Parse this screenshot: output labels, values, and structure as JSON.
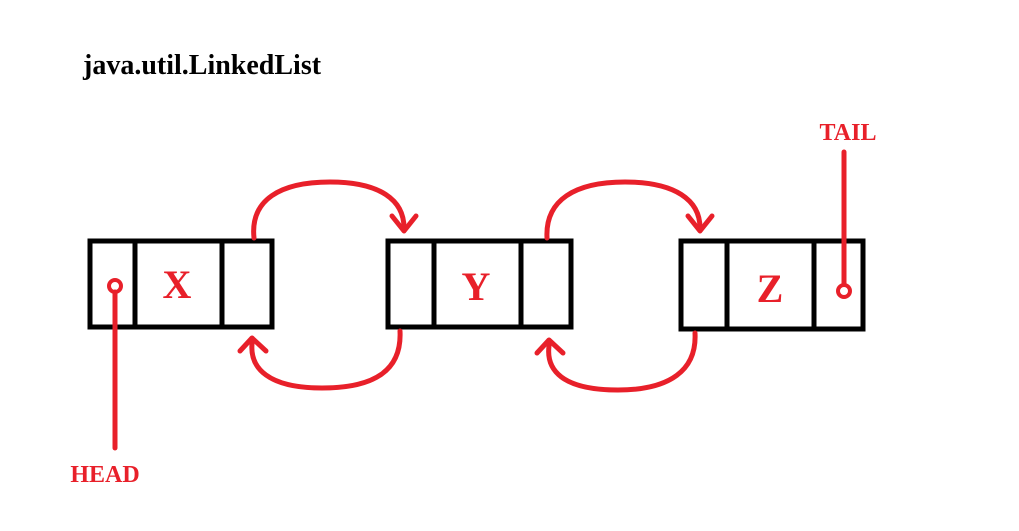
{
  "title": "java.util.LinkedList",
  "nodes": [
    {
      "value": "X"
    },
    {
      "value": "Y"
    },
    {
      "value": "Z"
    }
  ],
  "pointers": {
    "head": "HEAD",
    "tail": "TAIL"
  },
  "colors": {
    "accent": "#e8202a",
    "outline": "#000000",
    "background": "#ffffff"
  }
}
